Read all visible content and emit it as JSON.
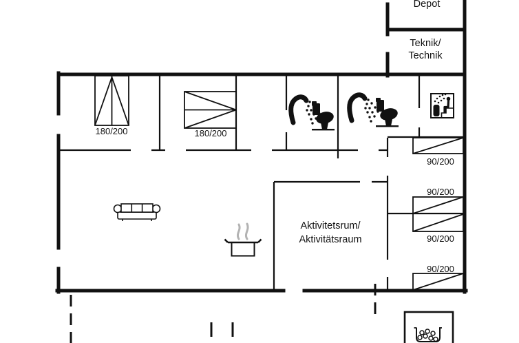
{
  "rooms": {
    "depot": {
      "label": "Depot"
    },
    "teknik": {
      "lines": [
        "Teknik/",
        "Technik"
      ]
    },
    "activity": {
      "lines": [
        "Aktivitetsrum/",
        "Aktivitätsraum"
      ]
    }
  },
  "beds": {
    "double": [
      {
        "size": "180/200"
      },
      {
        "size": "180/200"
      }
    ],
    "single": [
      {
        "size": "90/200"
      },
      {
        "size": "90/200"
      },
      {
        "size": "90/200"
      },
      {
        "size": "90/200"
      }
    ]
  },
  "fixtures": [
    "shower-icon",
    "toilet-icon",
    "sauna-icon",
    "sofa-icon",
    "cooking-pot-icon",
    "hot-tub-icon"
  ],
  "colors": {
    "wall": "#111111",
    "background": "#ffffff",
    "steam": "#b3b3b3"
  }
}
